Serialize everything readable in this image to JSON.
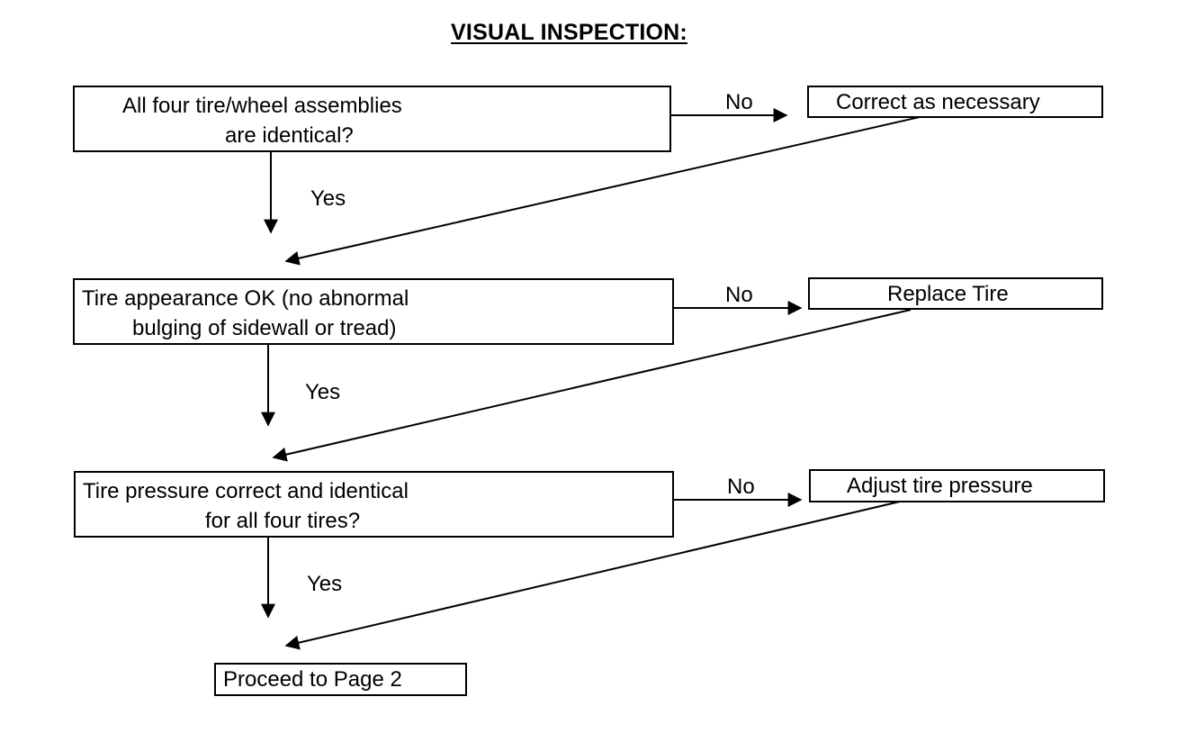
{
  "title": "VISUAL INSPECTION:",
  "checks": [
    {
      "question_lines": [
        "All four tire/wheel assemblies",
        "are identical?"
      ],
      "no_label": "No",
      "yes_label": "Yes",
      "action": "Correct as necessary"
    },
    {
      "question_lines": [
        "Tire appearance OK (no abnormal",
        "bulging of sidewall or tread)"
      ],
      "no_label": "No",
      "yes_label": "Yes",
      "action": "Replace Tire"
    },
    {
      "question_lines": [
        "Tire pressure correct and identical",
        "for all four tires?"
      ],
      "no_label": "No",
      "yes_label": "Yes",
      "action": "Adjust tire pressure"
    }
  ],
  "final_step": "Proceed to Page 2"
}
